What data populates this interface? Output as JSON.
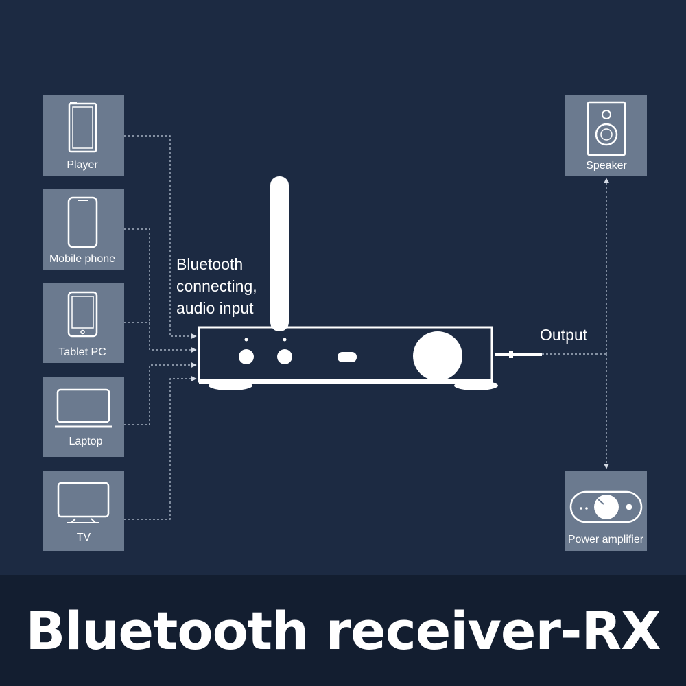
{
  "sources": [
    {
      "label": "Player",
      "icon": "media-player-icon"
    },
    {
      "label": "Mobile phone",
      "icon": "mobile-phone-icon"
    },
    {
      "label": "Tablet PC",
      "icon": "tablet-icon"
    },
    {
      "label": "Laptop",
      "icon": "laptop-icon"
    },
    {
      "label": "TV",
      "icon": "tv-icon"
    }
  ],
  "outputs": [
    {
      "label": "Speaker",
      "icon": "speaker-icon"
    },
    {
      "label": "Power amplifier",
      "icon": "power-amplifier-icon"
    }
  ],
  "labels": {
    "input_lines": [
      "Bluetooth",
      "connecting,",
      "audio input"
    ],
    "output": "Output"
  },
  "footer": {
    "title": "Bluetooth receiver-RX"
  },
  "colors": {
    "background": "#1c2a42",
    "footer_band": "#131e30",
    "tile": "#6b7a8f",
    "device": "#ffffff",
    "connector_line": "#a7b2c2"
  }
}
